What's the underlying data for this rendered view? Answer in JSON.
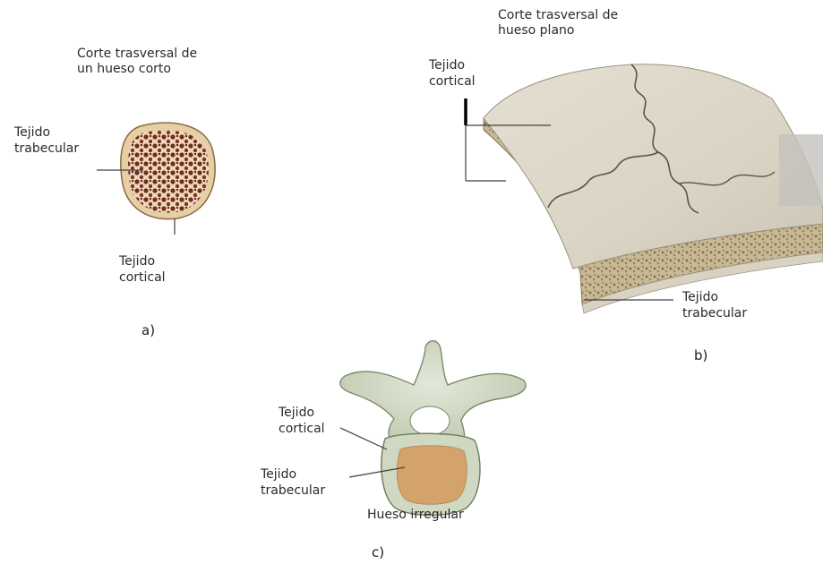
{
  "panel_a": {
    "title_line1": "Corte trasversal de",
    "title_line2": "un hueso corto",
    "trabecular_line1": "Tejido",
    "trabecular_line2": "trabecular",
    "cortical_line1": "Tejido",
    "cortical_line2": "cortical",
    "caption": "a)"
  },
  "panel_b": {
    "title_line1": "Corte trasversal de",
    "title_line2": "hueso plano",
    "cortical_line1": "Tejido",
    "cortical_line2": "cortical",
    "trabecular_line1": "Tejido",
    "trabecular_line2": "trabecular",
    "caption": "b)"
  },
  "panel_c": {
    "cortical_line1": "Tejido",
    "cortical_line2": "cortical",
    "trabecular_line1": "Tejido",
    "trabecular_line2": "trabecular",
    "bone_label": "Hueso irregular",
    "caption": "c)"
  },
  "colors": {
    "cortical_fill": "#e6cfa4",
    "trabecular_dark": "#6e2d1e",
    "trabecular_light": "#efd7b9",
    "flat_bone_surface": "#ddd8c8",
    "spongy_band": "#b8a888",
    "vertebra_fill": "#d6ddc9",
    "vertebra_body": "#d4a36b",
    "leader_line": "#404040"
  }
}
